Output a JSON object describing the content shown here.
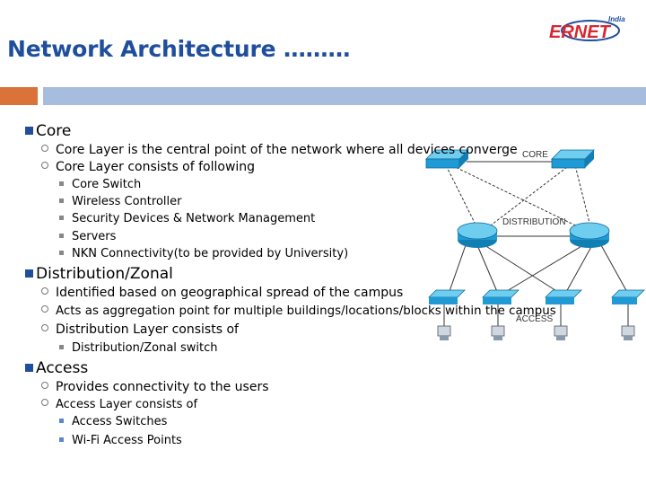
{
  "slide": {
    "title": "Network Architecture ………",
    "logo_text": "ERNET",
    "logo_subtext": "India"
  },
  "sections": {
    "core": {
      "heading": "Core",
      "items": [
        "Core Layer is the central point of the network where all devices converge",
        "Core Layer consists of following"
      ],
      "subitems": [
        "Core Switch",
        "Wireless Controller",
        "Security Devices & Network Management",
        "Servers",
        "NKN Connectivity(to be provided by University)"
      ]
    },
    "distribution": {
      "heading": "Distribution/Zonal",
      "items": [
        "Identified based on geographical spread of the campus",
        "Acts as aggregation point for multiple buildings/locations/blocks within the campus",
        "Distribution Layer consists of"
      ],
      "subitems": [
        "Distribution/Zonal switch"
      ]
    },
    "access": {
      "heading": "Access",
      "items": [
        "Provides connectivity to the users",
        "Access Layer consists of"
      ],
      "subitems": [
        "Access Switches",
        "Wi-Fi Access Points"
      ]
    }
  },
  "diagram": {
    "labels": {
      "core": "CORE",
      "distribution": "DISTRIBUTION",
      "access": "ACCESS"
    },
    "colors": {
      "switch": "#27a6d8",
      "router": "#1b95cf",
      "link": "#333333"
    }
  },
  "colors": {
    "title": "#1f4e9c",
    "accent_orange": "#d9733a",
    "accent_blue_bar": "#a8bddd",
    "logo_red": "#d8262f",
    "logo_blue": "#1f4e9c"
  }
}
